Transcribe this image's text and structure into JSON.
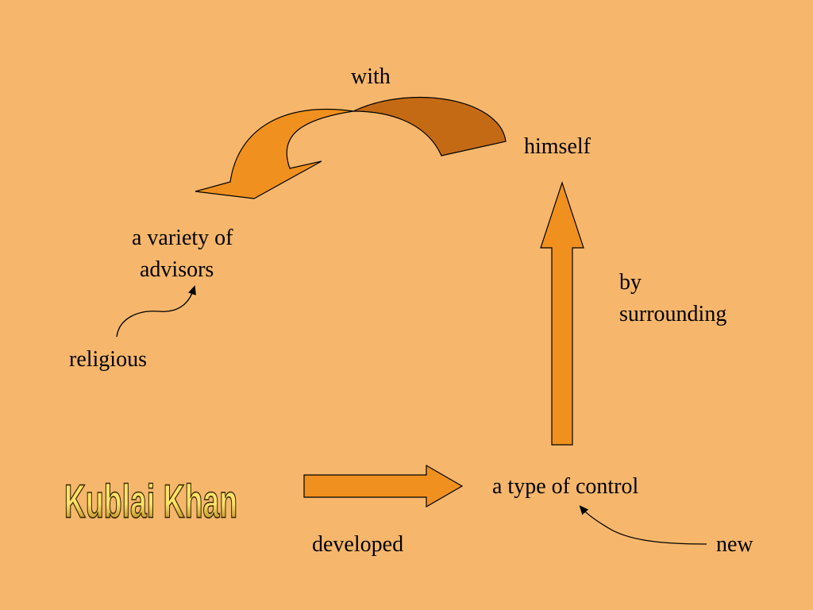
{
  "title": "Kublai Khan",
  "labels": {
    "with": "with",
    "himself": "himself",
    "variety_line1": "a variety of",
    "variety_line2": "advisors",
    "by_line1": "by",
    "by_line2": "surrounding",
    "religious": "religious",
    "control": "a type of control",
    "developed": "developed",
    "new": "new"
  },
  "colors": {
    "background": "#F6B76C",
    "arrow_fill": "#F0901E",
    "arrow_shadow": "#C46A14",
    "title_gold_top": "#FCE26A",
    "title_gold_bottom": "#9C6A08"
  }
}
